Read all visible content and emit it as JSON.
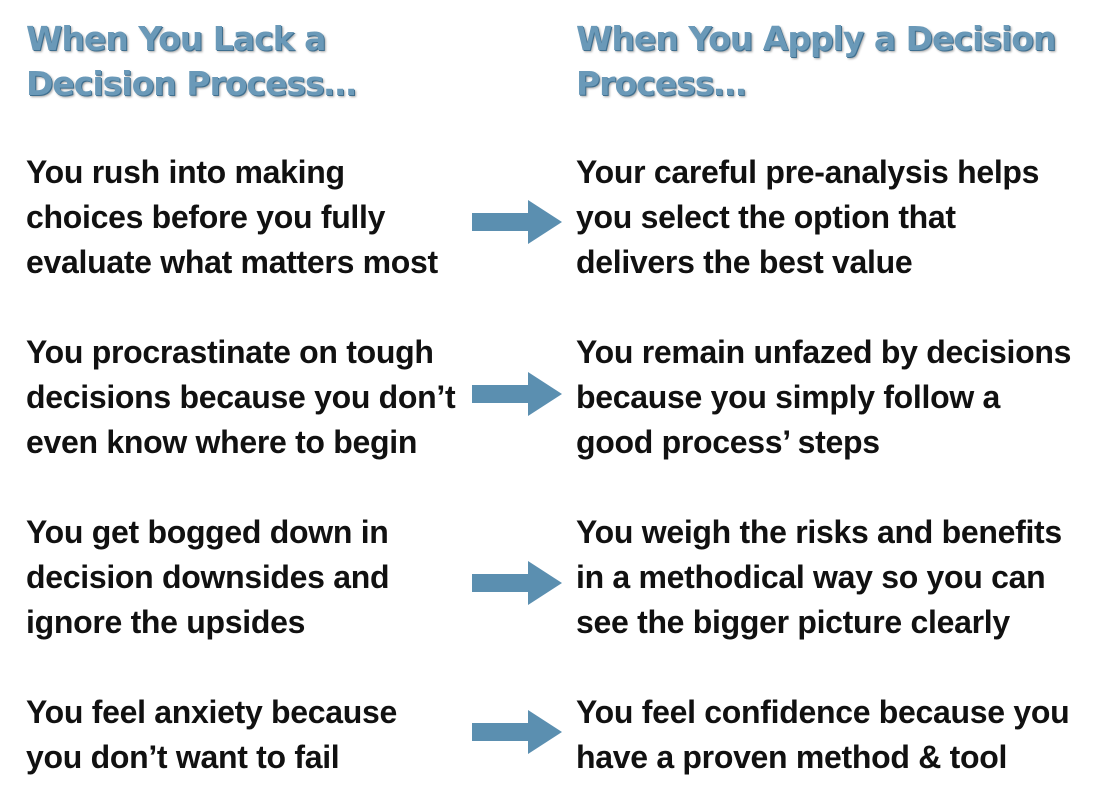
{
  "headings": {
    "left": "When You Lack a\nDecision Process…",
    "right": "When You Apply a Decision\nProcess…"
  },
  "rows": [
    {
      "before": "You rush into making\nchoices before you fully\nevaluate what matters most",
      "after": "Your careful pre-analysis helps\nyou select the option that\ndelivers the best value"
    },
    {
      "before": "You procrastinate on tough\ndecisions because you don’t\neven know where to begin",
      "after": "You remain unfazed by decisions\nbecause you simply follow a\ngood process’ steps"
    },
    {
      "before": "You get bogged down in\ndecision downsides and\nignore the upsides",
      "after": "You weigh the risks and benefits\nin a methodical way so you can\nsee the bigger picture clearly"
    },
    {
      "before": "You feel anxiety because\nyou don’t want to fail",
      "after": "You feel confidence because you\nhave a proven method & tool"
    }
  ],
  "colors": {
    "heading": "#6a99b8",
    "arrow": "#5b8fb0",
    "text": "#111111"
  },
  "icons": {
    "arrow": "right-arrow-icon"
  }
}
